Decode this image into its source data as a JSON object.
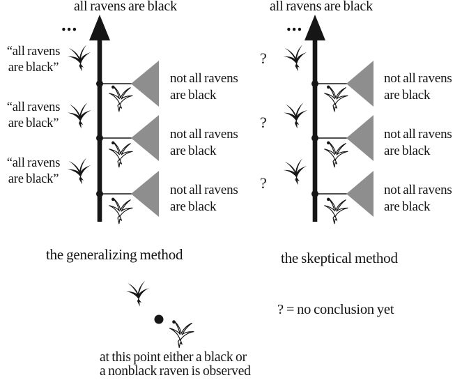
{
  "colors": {
    "ink": "#161616",
    "cone_gray": "#8e8e8e",
    "background": "#ffffff"
  },
  "icons": {
    "black_raven": "black-raven-silhouette",
    "white_raven": "white-raven-outline",
    "inference_arrow": "upward-black-arrow",
    "possibility_cone": "gray-left-pointing-triangle",
    "branch_node": "filled-black-dot",
    "observation_dot": "filled-black-dot"
  },
  "left_diagram": {
    "title": "all ravens are black",
    "ellipsis": "...",
    "observations": [
      {
        "line1": "“all ravens",
        "line2": "are black”"
      },
      {
        "line1": "“all ravens",
        "line2": "are black”"
      },
      {
        "line1": "“all ravens",
        "line2": "are black”"
      }
    ],
    "conclusions": [
      {
        "line1": "not all ravens",
        "line2": "are black"
      },
      {
        "line1": "not all ravens",
        "line2": "are black"
      },
      {
        "line1": "not all ravens",
        "line2": "are black"
      }
    ],
    "caption": "the generalizing method"
  },
  "right_diagram": {
    "title": "all ravens are black",
    "ellipsis": "...",
    "question_marks": [
      "?",
      "?",
      "?"
    ],
    "conclusions": [
      {
        "line1": "not all ravens",
        "line2": "are black"
      },
      {
        "line1": "not all ravens",
        "line2": "are black"
      },
      {
        "line1": "not all ravens",
        "line2": "are black"
      }
    ],
    "caption": "the skeptical method"
  },
  "footnotes": {
    "question_legend": "? = no conclusion yet",
    "branch_caption_line1": "at this point either a black or",
    "branch_caption_line2": "a nonblack raven is observed"
  }
}
